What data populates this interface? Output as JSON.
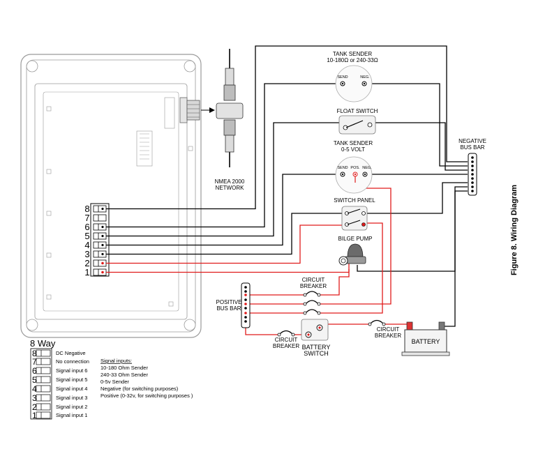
{
  "labels": {
    "tank_sender_resistive_line1": "TANK SENDER",
    "tank_sender_resistive_line2": "10-180Ω or 240-33Ω",
    "send": "SEND",
    "neg": "NEG.",
    "pos": "POS.",
    "float_switch": "FLOAT SWITCH",
    "tank_sender_volt_line1": "TANK SENDER",
    "tank_sender_volt_line2": "0-5 VOLT",
    "switch_panel": "SWITCH PANEL",
    "bilge_pump": "BILGE PUMP",
    "negative_bus_bar_line1": "NEGATIVE",
    "negative_bus_bar_line2": "BUS BAR",
    "positive_bus_bar_line1": "POSITIVE",
    "positive_bus_bar_line2": "BUS BAR",
    "circuit_breaker_top_line1": "CIRCUIT",
    "circuit_breaker_top_line2": "BREAKER",
    "circuit_breaker_bottom_line1": "CIRCUIT",
    "circuit_breaker_bottom_line2": "BREAKER",
    "circuit_breaker_right_line1": "CIRCUIT",
    "circuit_breaker_right_line2": "BREAKER",
    "battery_switch_line1": "BATTERY",
    "battery_switch_line2": "SWITCH",
    "battery": "BATTERY",
    "nmea_line1": "NMEA 2000",
    "nmea_line2": "NETWORK",
    "figure_caption": "Figure 8. Wiring Diagram"
  },
  "terminals": [
    "8",
    "7",
    "6",
    "5",
    "4",
    "3",
    "2",
    "1"
  ],
  "legend": {
    "title": "8 Way",
    "rows": [
      {
        "num": "8",
        "label": "DC Negative"
      },
      {
        "num": "7",
        "label": "No connection"
      },
      {
        "num": "6",
        "label": "Signal input 6"
      },
      {
        "num": "5",
        "label": "Signal input 5"
      },
      {
        "num": "4",
        "label": "Signal input 4"
      },
      {
        "num": "3",
        "label": "Signal input 3"
      },
      {
        "num": "2",
        "label": "Signal input 2"
      },
      {
        "num": "1",
        "label": "Signal input 1"
      }
    ],
    "signal_inputs_title": "Signal inputs:",
    "signal_inputs": [
      "10-180 Ohm Sender",
      "240-33 Ohm Sender",
      "0-5v Sender",
      "Negative (for switching purposes)",
      "Positive (0-32v, for switching purposes )"
    ]
  },
  "colors": {
    "negative_wire": "#000000",
    "positive_wire": "#e01b1b",
    "enclosure_outline": "#9a9a9a"
  }
}
